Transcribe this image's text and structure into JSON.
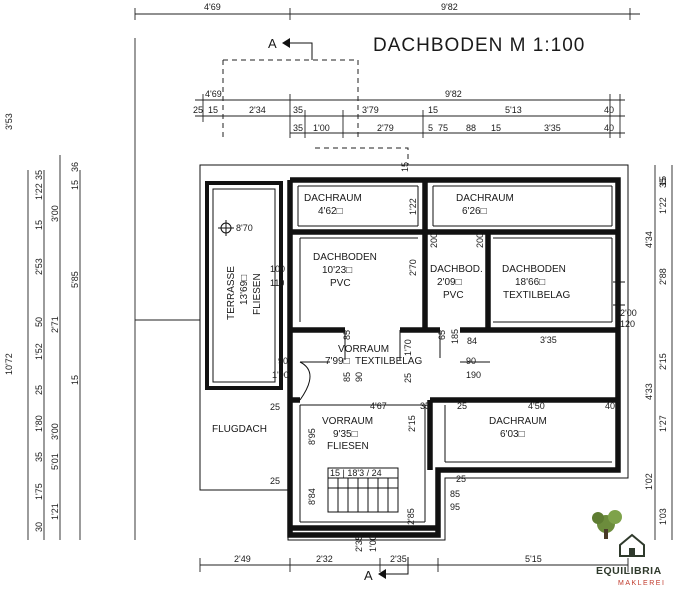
{
  "title": "DACHBODEN   M 1:100",
  "section_marker": "A",
  "rooms": [
    {
      "name": "DACHRAUM",
      "area": "4'62□"
    },
    {
      "name": "DACHRAUM",
      "area": "6'26□"
    },
    {
      "name": "DACHBODEN",
      "area": "10'23□",
      "floor": "PVC"
    },
    {
      "name": "DACHBOD.",
      "area": "2'09□",
      "floor": "PVC"
    },
    {
      "name": "DACHBODEN",
      "area": "18'66□",
      "floor": "TEXTILBELAG"
    },
    {
      "name": "VORRAUM",
      "area": "7'99□",
      "floor": "TEXTILBELAG"
    },
    {
      "name": "VORRAUM",
      "area": "9'35□",
      "floor": "FLIESEN"
    },
    {
      "name": "DACHRAUM",
      "area": "6'03□"
    },
    {
      "name": "TERRASSE",
      "area": "13'69□",
      "floor": "FLIESEN"
    },
    {
      "name": "FLUGDACH"
    }
  ],
  "stairs": {
    "steps": "15 | 18'3 / 24"
  },
  "dimensions": {
    "top_outer": [
      "4'69",
      "9'82"
    ],
    "top_row1": [
      "4'69",
      "9'82"
    ],
    "top_row2": [
      "25",
      "15",
      "2'34",
      "35",
      "3'79",
      "15",
      "5'13",
      "40"
    ],
    "top_row3": [
      "35",
      "1'00",
      "2'79",
      "5",
      "75",
      "88",
      "15",
      "3'35",
      "40"
    ],
    "bottom": [
      "2'49",
      "2'32",
      "2'35",
      "5'15"
    ],
    "left_outer": [
      "3'53",
      "10'72"
    ],
    "left_col1": [
      "1'22",
      "35",
      "15",
      "2'53",
      "50",
      "1'52",
      "25",
      "1'80",
      "35",
      "1'75",
      "30"
    ],
    "left_col2": [
      "36",
      "15",
      "3'00",
      "5'85",
      "2'71",
      "15",
      "3'00",
      "5'01",
      "1'21"
    ],
    "right_col1": [
      "15",
      "1'22",
      "35",
      "4'34",
      "2'88",
      "2'15",
      "4'33",
      "1'27",
      "1'02",
      "1'03"
    ],
    "interior": [
      "8'70",
      "100",
      "110",
      "1'22",
      "2'70",
      "200",
      "200",
      "2'00",
      "120",
      "84",
      "3'35",
      "85",
      "65",
      "185",
      "90",
      "1'90",
      "90",
      "190",
      "85",
      "90",
      "25",
      "1'70",
      "25",
      "4'67",
      "35",
      "25",
      "4'50",
      "40",
      "8'95",
      "2'15",
      "25",
      "8'84",
      "25",
      "85",
      "95",
      "2'85",
      "2'35",
      "1'00",
      "15"
    ]
  },
  "brand": {
    "name": "EQUILIBRIA",
    "sub": "MAKLEREI",
    "green": "#6c8c3c",
    "dark": "#2f3a2c",
    "red": "#c0392b"
  }
}
